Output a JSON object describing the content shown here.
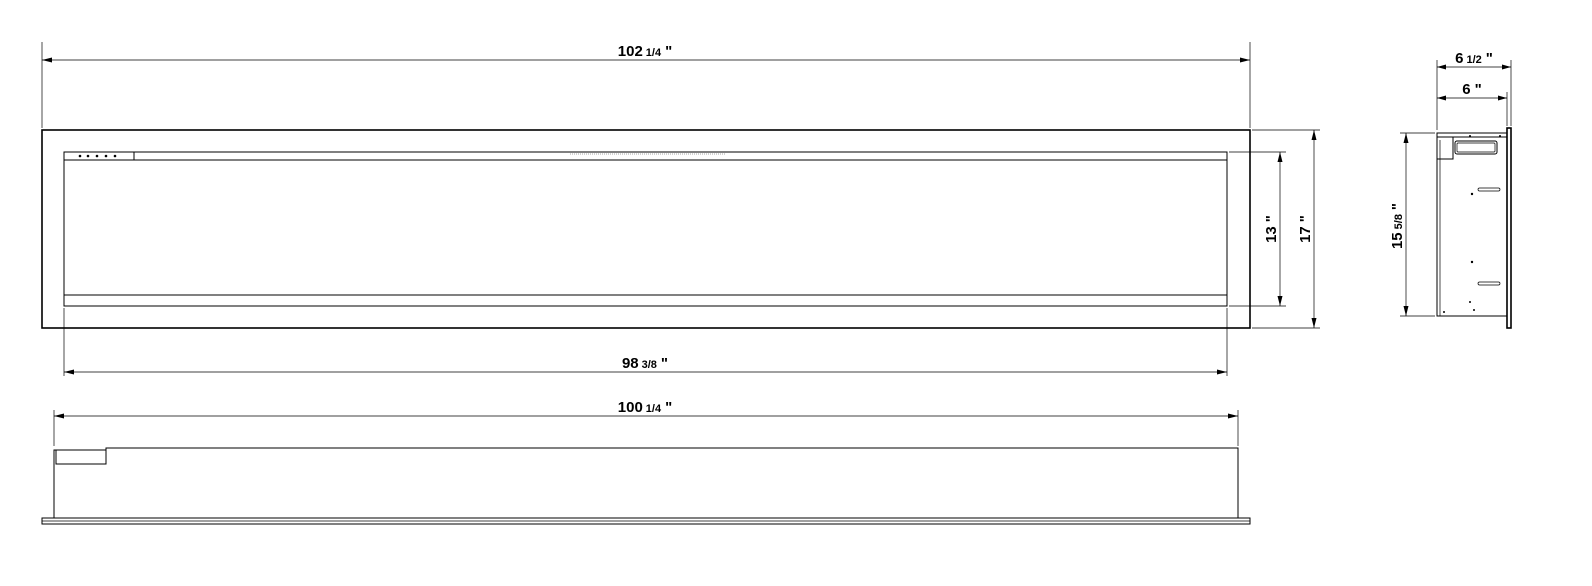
{
  "dimensions": {
    "overall_width": {
      "whole": "102",
      "frac": "1/4",
      "unit": "\""
    },
    "inner_width": {
      "whole": "98",
      "frac": "3/8",
      "unit": "\""
    },
    "bottom_width": {
      "whole": "100",
      "frac": "1/4",
      "unit": "\""
    },
    "opening_height": {
      "whole": "13",
      "unit": "\""
    },
    "overall_height": {
      "whole": "17",
      "unit": "\""
    },
    "depth_outer": {
      "whole": "6",
      "frac": "1/2",
      "unit": "\""
    },
    "depth_body": {
      "whole": "6",
      "unit": "\""
    },
    "side_height": {
      "whole": "15",
      "frac": "5/8",
      "unit": "\""
    }
  }
}
